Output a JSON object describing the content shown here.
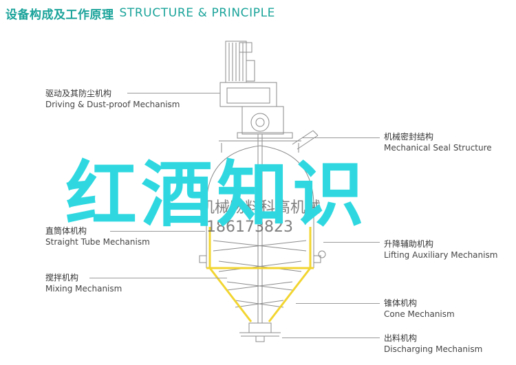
{
  "header": {
    "title_zh": "设备构成及工作原理",
    "title_en": "STRUCTURE & PRINCIPLE"
  },
  "labels": {
    "driving": {
      "zh": "驱动及其防尘机构",
      "en": "Driving & Dust-proof Mechanism"
    },
    "seal": {
      "zh": "机械密封结构",
      "en": "Mechanical Seal Structure"
    },
    "straight": {
      "zh": "直筒体机构",
      "en": "Straight Tube Mechanism"
    },
    "lifting": {
      "zh": "升降辅助机构",
      "en": "Lifting Auxiliary Mechanism"
    },
    "mixing": {
      "zh": "搅拌机构",
      "en": "Mixing Mechanism"
    },
    "cone": {
      "zh": "锥体机构",
      "en": "Cone Mechanism"
    },
    "discharge": {
      "zh": "出料机构",
      "en": "Discharging Mechanism"
    }
  },
  "overlay": {
    "text": "红酒知识",
    "watermark_line1": "机械物料科高机械",
    "watermark_line2": "186173823"
  },
  "colors": {
    "accent": "#1aa39a",
    "overlay": "#2fd8e0",
    "yellow_line": "#f2d530",
    "drawing": "#8a8a8a"
  }
}
